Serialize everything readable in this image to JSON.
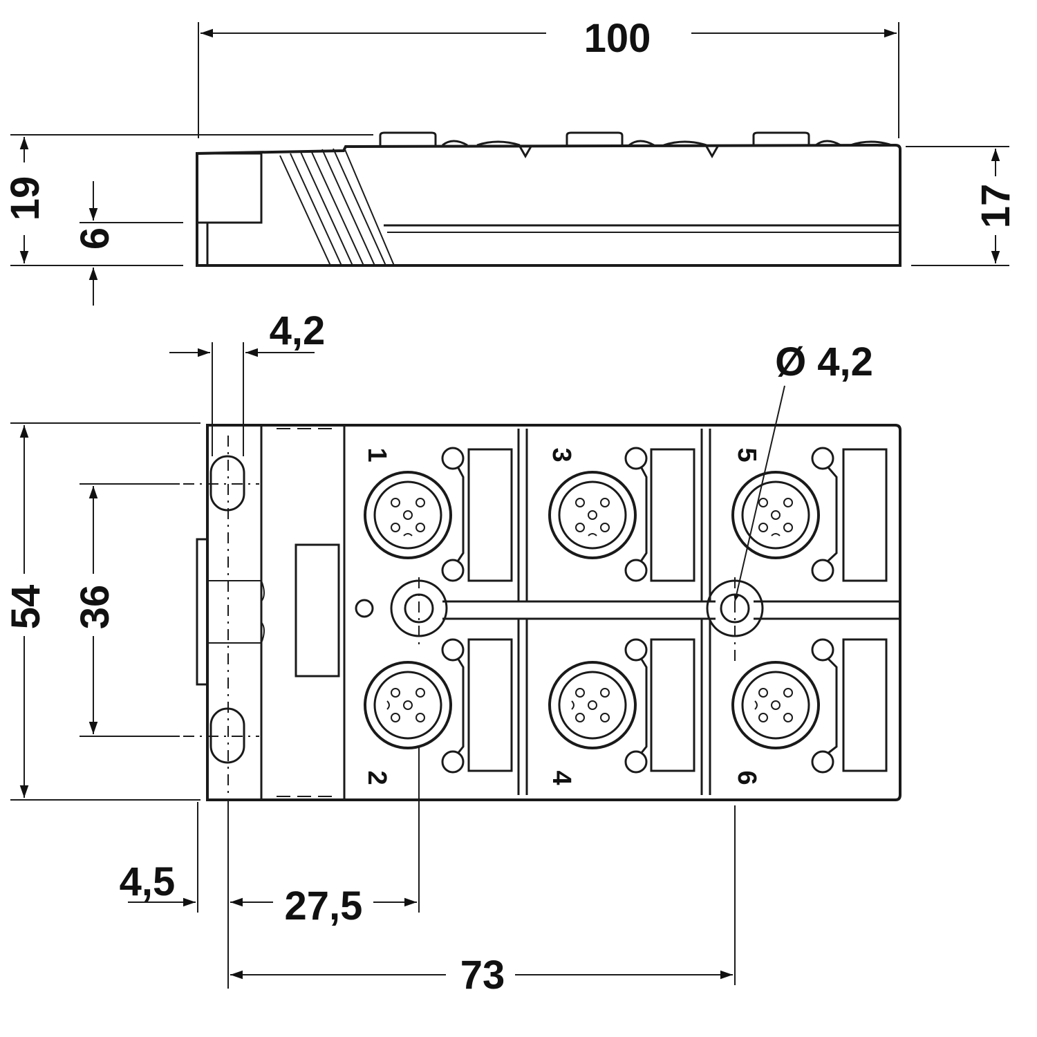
{
  "dimensions": {
    "overall_length": "100",
    "total_height": "19",
    "lower_step_height": "6",
    "body_height": "17",
    "slot_width": "4,2",
    "hole_diameter": "Ø 4,2",
    "overall_width": "54",
    "hole_spacing_vertical": "36",
    "edge_offset": "4,5",
    "first_hole_offset": "27,5",
    "hole_spacing_horizontal": "73"
  },
  "ports": [
    "1",
    "2",
    "3",
    "4",
    "5",
    "6"
  ]
}
